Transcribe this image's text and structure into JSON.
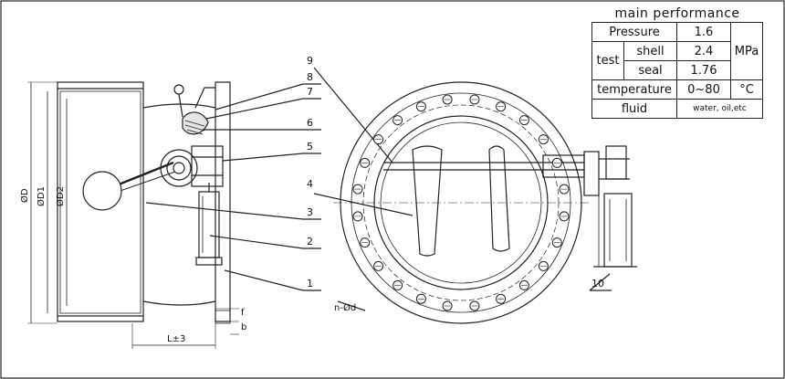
{
  "performance": {
    "title": "main  performance",
    "rows": {
      "pressure_label": "Pressure",
      "pressure_value": "1.6",
      "test_label": "test",
      "shell_label": "shell",
      "shell_value": "2.4",
      "seal_label": "seal",
      "seal_value": "1.76",
      "pressure_unit": "MPa",
      "temperature_label": "temperature",
      "temperature_value": "0~80",
      "temperature_unit": "°C",
      "fluid_label": "fluid",
      "fluid_value": "water, oil,etc"
    }
  },
  "side_view": {
    "dim_D": "ØD",
    "dim_D1": "ØD1",
    "dim_D2": "ØD2",
    "dim_L": "L±3",
    "dim_f": "f",
    "dim_b": "b"
  },
  "front_view": {
    "bolt_holes": "n-Ød"
  },
  "part_labels": [
    "1",
    "2",
    "3",
    "4",
    "5",
    "6",
    "7",
    "8",
    "9",
    "10"
  ]
}
